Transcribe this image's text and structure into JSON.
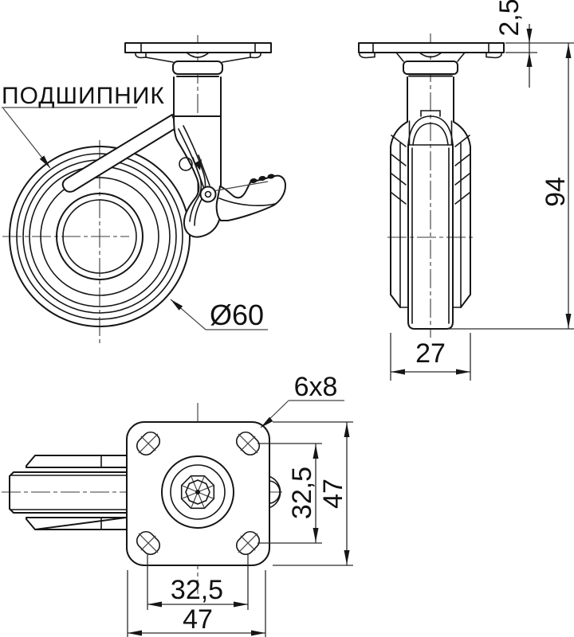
{
  "title": "Caster wheel technical drawing",
  "colors": {
    "background": "#ffffff",
    "line": "#161616",
    "dimension": "#2b2b2b"
  },
  "side_view": {
    "bearing_label": "ПОДШИПНИК",
    "wheel_diameter": "Ø60"
  },
  "front_view": {
    "plate_thickness": "2,5",
    "overall_height": "94",
    "wheel_width": "27"
  },
  "bottom_view": {
    "hole_size_label": "6x8",
    "hole_spacing_horizontal": "32,5",
    "plate_width": "47",
    "hole_spacing_vertical": "32,5",
    "plate_height": "47"
  }
}
